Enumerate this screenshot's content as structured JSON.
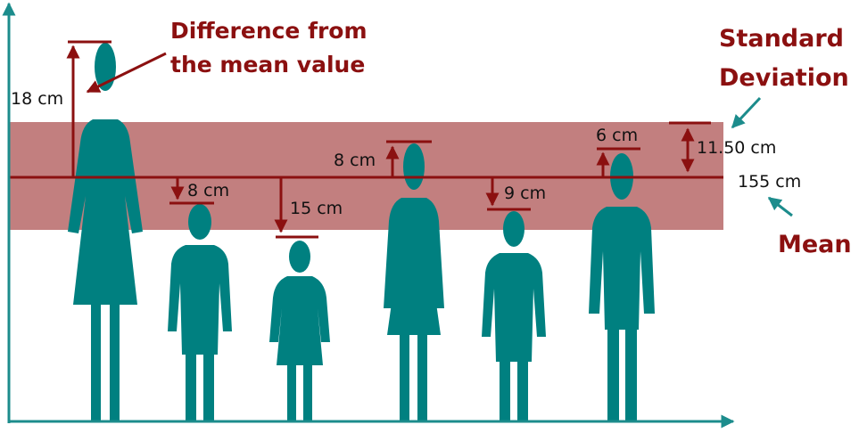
{
  "annotations": {
    "difference_line1": "Difference from",
    "difference_line2": "the mean value",
    "std_line1": "Standard",
    "std_line2": "Deviation",
    "mean_label": "Mean",
    "mean_value": "155 cm",
    "std_value": "11.50 cm"
  },
  "differences": [
    {
      "label": "18 cm",
      "direction": "up"
    },
    {
      "label": "8 cm",
      "direction": "down"
    },
    {
      "label": "15 cm",
      "direction": "down"
    },
    {
      "label": "8 cm",
      "direction": "up"
    },
    {
      "label": "9 cm",
      "direction": "down"
    },
    {
      "label": "6 cm",
      "direction": "up"
    }
  ],
  "colors": {
    "band": "#c27f7f",
    "line": "#8b1010",
    "figure": "#008080",
    "axis": "#1c8c8c",
    "accent_text": "#8b1010"
  }
}
